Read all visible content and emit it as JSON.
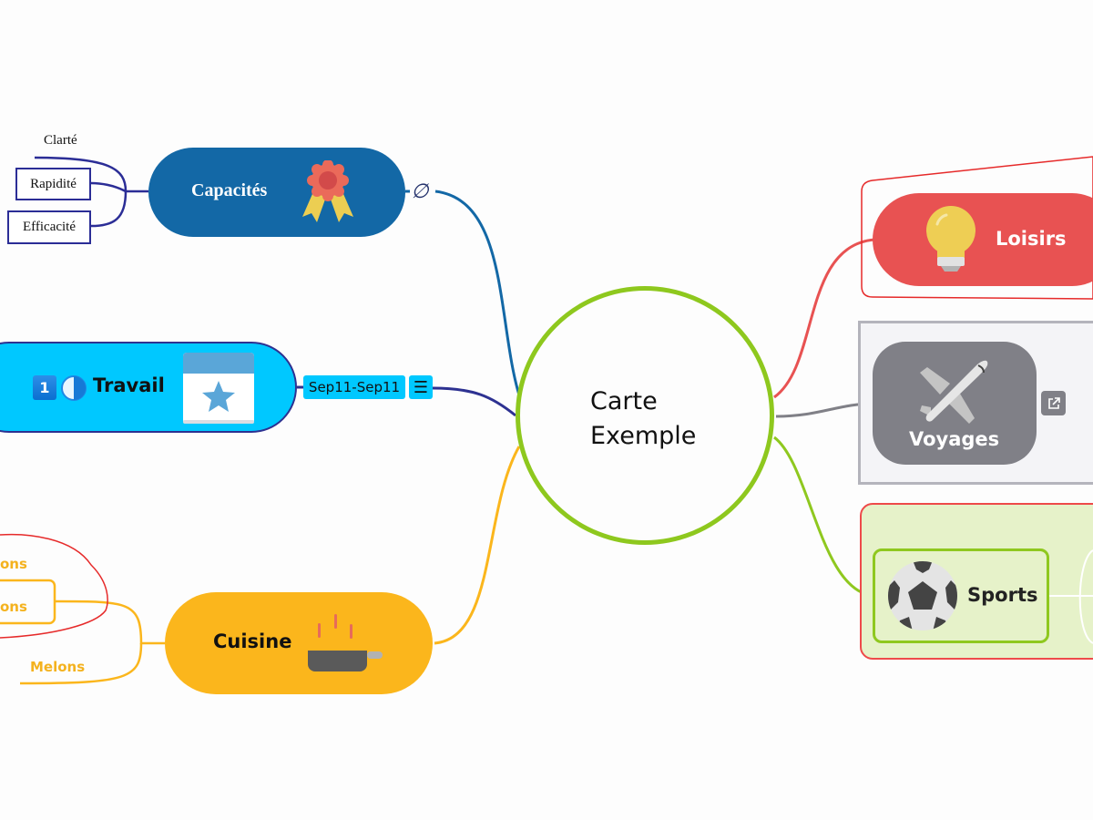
{
  "central_topic": {
    "line1": "Carte",
    "line2": "Exemple",
    "border_color": "#8ec81e"
  },
  "branches": {
    "capacites": {
      "label": "Capacités",
      "color": "#1368a6",
      "icon": "award-ribbon-icon",
      "connector_icon": "link-icon",
      "subtopics": [
        {
          "label": "Clarté"
        },
        {
          "label": "Rapidité"
        },
        {
          "label": "Efficacité"
        }
      ]
    },
    "travail": {
      "label": "Travail",
      "color": "#00c8ff",
      "priority": "1",
      "progress_icon": "half-progress-icon",
      "icon": "calendar-star-icon",
      "date_range": "Sep11-Sep11",
      "notes_icon": "notes-icon",
      "notes_glyph": "☰"
    },
    "cuisine": {
      "label": "Cuisine",
      "color": "#fbb61c",
      "icon": "frying-pan-icon",
      "subtopics": [
        {
          "label": "ons"
        },
        {
          "label": "ons"
        },
        {
          "label": "Melons"
        }
      ]
    },
    "loisirs": {
      "label": "Loisirs",
      "color": "#e85252",
      "icon": "lightbulb-icon"
    },
    "voyages": {
      "label": "Voyages",
      "color": "#808087",
      "icon": "airplane-icon",
      "link_icon": "external-link-icon"
    },
    "sports": {
      "label": "Sports",
      "color": "#8fc81f",
      "icon": "soccer-ball-icon"
    }
  }
}
